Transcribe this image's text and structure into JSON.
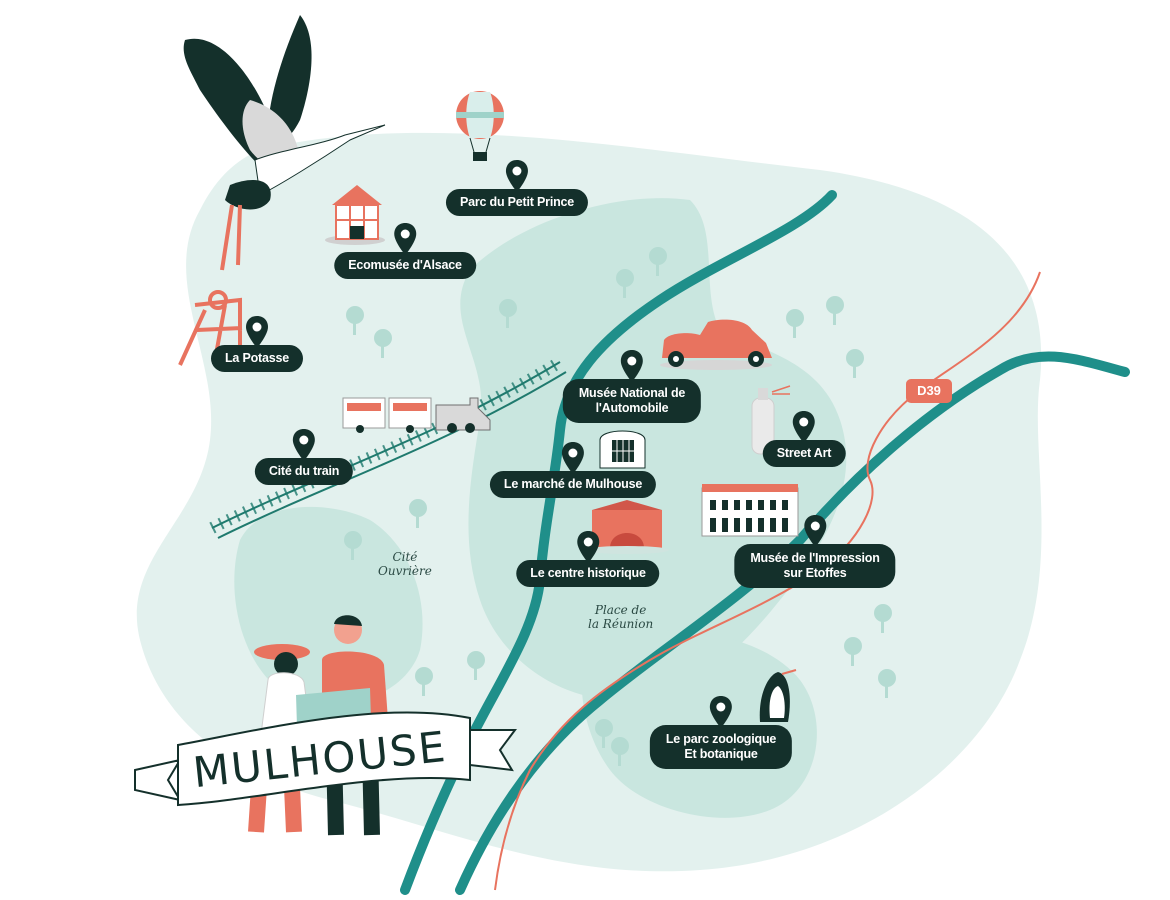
{
  "map": {
    "city_name": "MULHOUSE",
    "road_label": "D39",
    "colors": {
      "land": "#e3f1ee",
      "area": "#c9e6df",
      "river": "#1f8f8a",
      "road": "#e8735f",
      "label_bg": "#14302b",
      "accent": "#e8735f"
    },
    "places": [
      {
        "label": "Parc du Petit Prince",
        "icon": "hot-air-balloon-icon"
      },
      {
        "label": "Ecomusée d'Alsace",
        "icon": "half-timbered-house-icon"
      },
      {
        "label": "La Potasse",
        "icon": "mine-headframe-icon"
      },
      {
        "label": "Musée National de\nl'Automobile",
        "icon": "vintage-car-icon"
      },
      {
        "label": "Street Art",
        "icon": "spray-can-icon"
      },
      {
        "label": "Cité du train",
        "icon": "train-icon"
      },
      {
        "label": "Le marché de Mulhouse",
        "icon": "market-hall-icon"
      },
      {
        "label": "Musée de l'Impression\nsur Etoffes",
        "icon": "museum-building-icon"
      },
      {
        "label": "Le centre historique",
        "icon": "town-hall-icon"
      },
      {
        "label": "Le parc zoologique\nEt botanique",
        "icon": "penguin-icon"
      }
    ],
    "handwritten": {
      "cite_ouvriere": "Cité\nOuvrière",
      "place_reunion": "Place de\nla Réunion"
    }
  }
}
